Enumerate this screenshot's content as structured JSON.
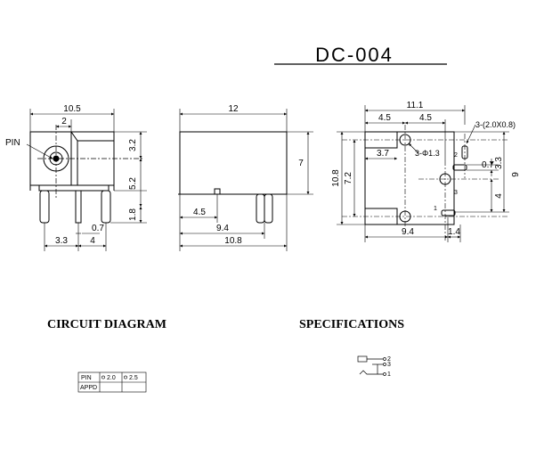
{
  "title": "DC-004",
  "front_view": {
    "pin_label": "PIN",
    "dims": [
      "10.5",
      "2",
      "3.2",
      "5.2",
      "1.8",
      "0.7",
      "3.3",
      "4"
    ]
  },
  "side_view": {
    "dims": [
      "12",
      "7",
      "4.5",
      "9.4",
      "10.8"
    ]
  },
  "top_view": {
    "dims": [
      "11.1",
      "4.5",
      "4.5",
      "10.8",
      "7.2",
      "3.7",
      "0.7",
      "3.3",
      "9",
      "4",
      "9.4",
      "1.4"
    ],
    "hole_note": "3-Φ1.3",
    "slot_note": "3-(2.0X0.8)",
    "pin_numbers": [
      "2",
      "3",
      "1"
    ]
  },
  "circuit_diagram": {
    "heading": "CIRCUIT DIAGRAM",
    "table": {
      "rows": [
        [
          "PIN",
          "2.0",
          "2.5"
        ],
        [
          "APPD",
          "",
          ""
        ]
      ]
    }
  },
  "specifications": {
    "heading": "SPECIFICATIONS",
    "pins": [
      "2",
      "3",
      "1"
    ]
  }
}
